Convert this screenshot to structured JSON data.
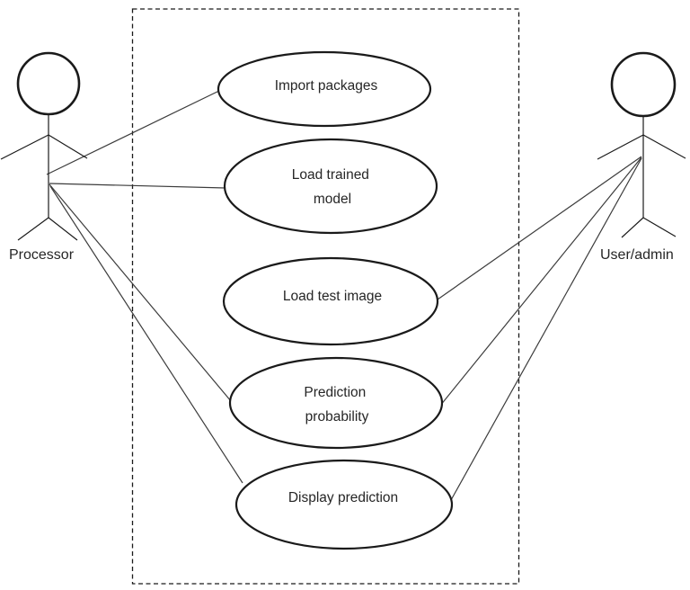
{
  "diagram": {
    "kind": "uml-use-case-diagram",
    "background": "#ffffff",
    "colors": {
      "shape_stroke": "#1a1a1a",
      "connector_stroke": "#3c3c3c",
      "text": "#262626",
      "fill": "#ffffff"
    },
    "system_boundary": {
      "style": "dashed",
      "label": ""
    },
    "actors": {
      "processor": {
        "label": "Processor"
      },
      "user_admin": {
        "label": "User/admin"
      }
    },
    "use_cases": {
      "import_packages": {
        "label": "Import packages",
        "line1": "Import packages"
      },
      "load_trained_model": {
        "label": "Load trained model",
        "line1": "Load trained",
        "line2": "model"
      },
      "load_test_image": {
        "label": "Load test image",
        "line1": "Load test image"
      },
      "prediction_probability": {
        "label": "Prediction probability",
        "line1": "Prediction",
        "line2": "probability"
      },
      "display_prediction": {
        "label": "Display prediction",
        "line1": "Display prediction"
      }
    },
    "associations": [
      {
        "from": "Processor",
        "to": "Import packages"
      },
      {
        "from": "Processor",
        "to": "Load trained model"
      },
      {
        "from": "Processor",
        "to": "Prediction probability"
      },
      {
        "from": "Processor",
        "to": "Display prediction"
      },
      {
        "from": "User/admin",
        "to": "Load test image"
      },
      {
        "from": "User/admin",
        "to": "Prediction probability"
      },
      {
        "from": "User/admin",
        "to": "Display prediction"
      }
    ]
  }
}
